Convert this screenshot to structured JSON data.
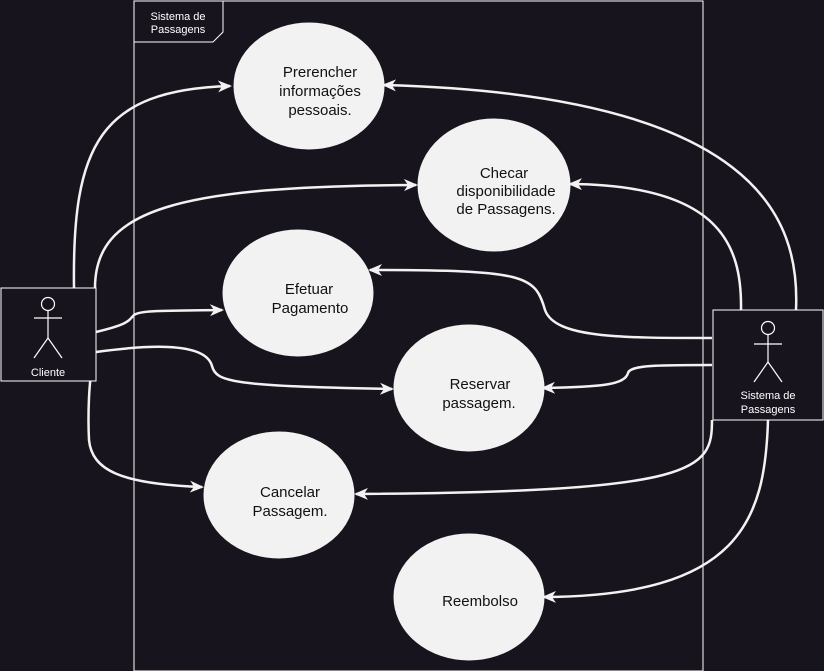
{
  "system": {
    "title_lines": [
      "Sistema de",
      "Passagens"
    ]
  },
  "actors": {
    "cliente": {
      "label_lines": [
        "Cliente"
      ]
    },
    "sistema": {
      "label_lines": [
        "Sistema de",
        "Passagens"
      ]
    }
  },
  "use_cases": {
    "prerencher": {
      "lines": [
        "Prerencher",
        "informações",
        "pessoais."
      ]
    },
    "checar": {
      "lines": [
        "Checar",
        "disponibilidade",
        "de Passagens."
      ]
    },
    "efetuar": {
      "lines": [
        "Efetuar",
        "Pagamento"
      ]
    },
    "reservar": {
      "lines": [
        "Reservar",
        "passagem."
      ]
    },
    "cancelar": {
      "lines": [
        "Cancelar",
        "Passagem."
      ]
    },
    "reembolso": {
      "lines": [
        "Reembolso"
      ]
    }
  },
  "colors": {
    "background": "#18141d",
    "line": "#f2f2f2",
    "use_case_fill": "#f2f2f2",
    "use_case_text": "#111111"
  }
}
